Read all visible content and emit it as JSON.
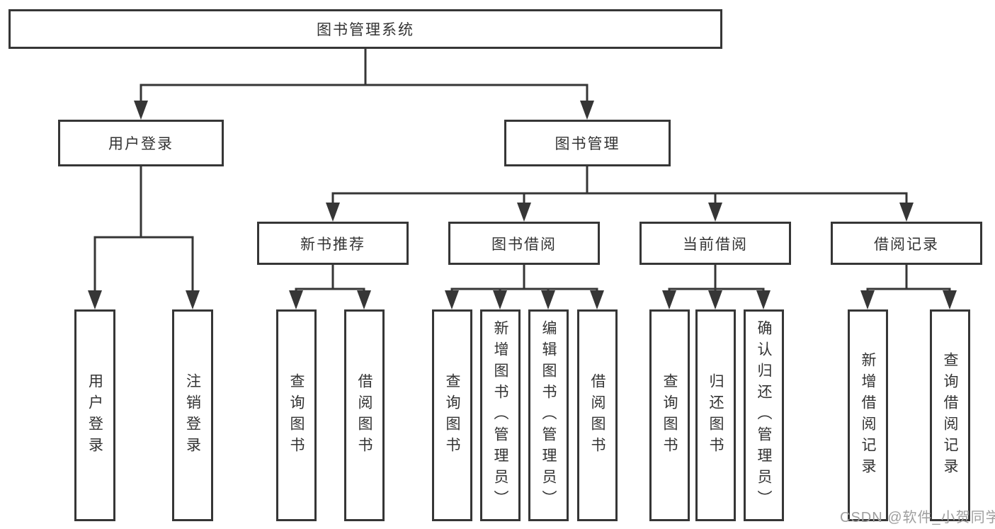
{
  "colors": {
    "line": "#363636",
    "box_border": "#363636",
    "box_fill": "#ffffff",
    "text": "#333333",
    "watermark": "#9e9e9e",
    "background": "#ffffff"
  },
  "diagram": {
    "root": {
      "label": "图书管理系统"
    },
    "branches": [
      {
        "label": "用户登录",
        "children": [
          {
            "label": "用户登录"
          },
          {
            "label": "注销登录"
          }
        ]
      },
      {
        "label": "图书管理",
        "children": [
          {
            "label": "新书推荐",
            "children": [
              {
                "label": "查询图书"
              },
              {
                "label": "借阅图书"
              }
            ]
          },
          {
            "label": "图书借阅",
            "children": [
              {
                "label": "查询图书"
              },
              {
                "label": "新增图书（管理员）"
              },
              {
                "label": "编辑图书（管理员）"
              },
              {
                "label": "借阅图书"
              }
            ]
          },
          {
            "label": "当前借阅",
            "children": [
              {
                "label": "查询图书"
              },
              {
                "label": "归还图书"
              },
              {
                "label": "确认归还（管理员）"
              }
            ]
          },
          {
            "label": "借阅记录",
            "children": [
              {
                "label": "新增借阅记录"
              },
              {
                "label": "查询借阅记录"
              }
            ]
          }
        ]
      }
    ]
  },
  "watermark": {
    "text": "CSDN @软件_小贺同学"
  }
}
